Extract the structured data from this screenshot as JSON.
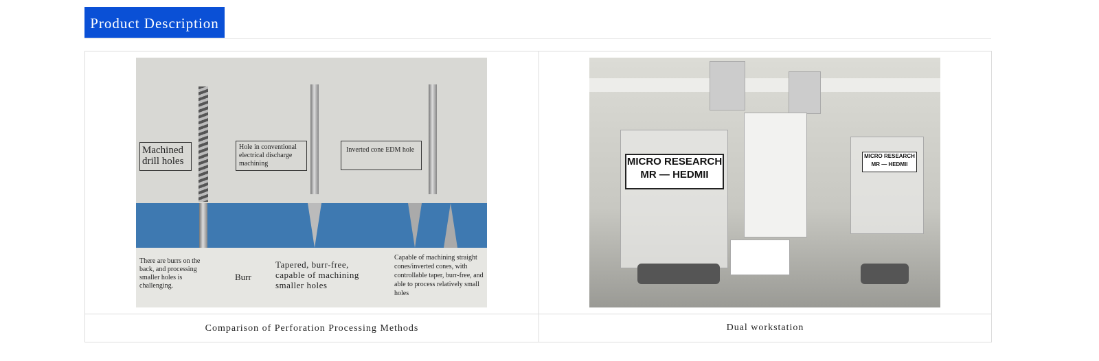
{
  "section_title": "Product Description",
  "cells": [
    {
      "caption": "Comparison of Perforation Processing Methods",
      "diagram": {
        "box_machined": "Machined drill holes",
        "box_conventional": "Hole in conventional electrical discharge machining",
        "box_inverted": "Inverted cone EDM hole",
        "note_burrs": "There are burrs on the back, and processing smaller holes is challenging.",
        "label_burr": "Burr",
        "note_tapered": "Tapered, burr-free, capable of machining smaller holes",
        "note_capable": "Capable of machining straight cones/inverted cones, with controllable taper, burr-free, and able to process relatively small holes"
      }
    },
    {
      "caption": "Dual workstation",
      "photo": {
        "logo_text": "MICRO RESEARCH",
        "model_text": "MR — HEDMII"
      }
    }
  ],
  "colors": {
    "accent": "#0a50d6",
    "diagram_blue": "#3e79b1"
  }
}
